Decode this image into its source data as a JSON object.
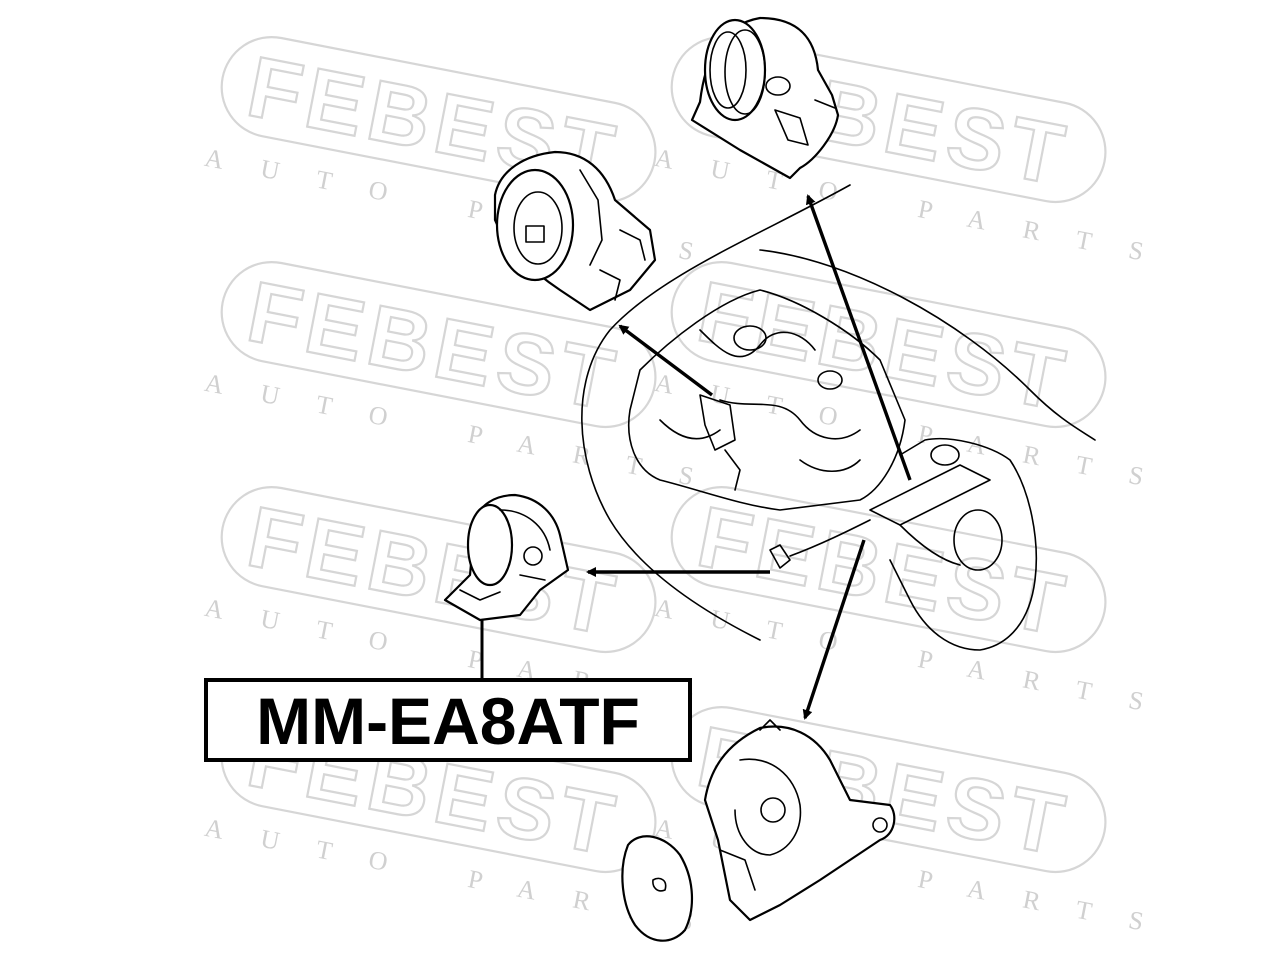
{
  "watermark": {
    "brand": "FEBEST",
    "tagline": "AUTO PARTS"
  },
  "part_label": {
    "text": "MM-EA8ATF"
  },
  "colors": {
    "line": "#000000",
    "watermark": "#d6d6d6",
    "background": "#ffffff"
  }
}
